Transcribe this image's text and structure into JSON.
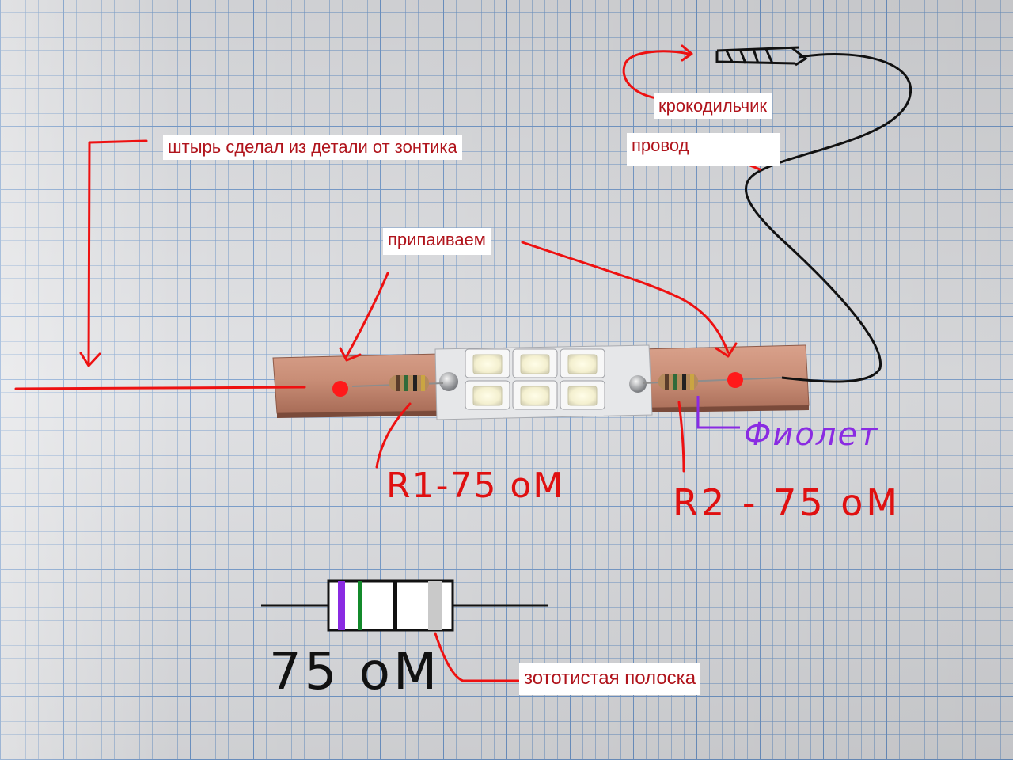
{
  "colors": {
    "annotation_red": "#e01010",
    "label_text": "#b0141c",
    "wire_black": "#111111",
    "violet": "#8a2be2",
    "copper": "#c98e77",
    "grid": "#6f96c8"
  },
  "labels": {
    "pin": "штырь сделал из детали от зонтика",
    "solder": "припаиваем",
    "clip": "крокодильчик",
    "wire": "провод",
    "gold_band": "зототистая полоска"
  },
  "handwritten": {
    "r1": "R1-75 оМ",
    "r2": "R2 - 75 оМ",
    "violet": "Фиолет",
    "value": "75 оМ"
  },
  "photo": {
    "led_count": 6,
    "resistor_bands": [
      "violet",
      "green",
      "black",
      "gold"
    ]
  }
}
